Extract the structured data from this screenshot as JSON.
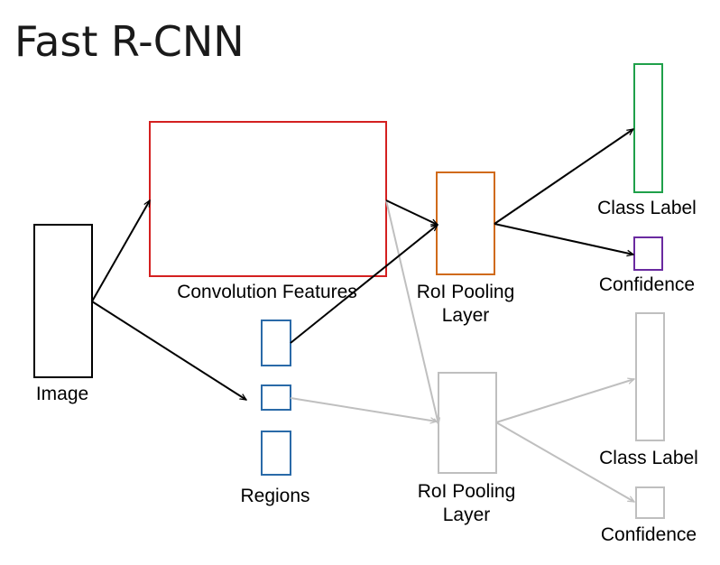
{
  "title": "Fast R-CNN",
  "labels": {
    "image": "Image",
    "conv_features": "Convolution Features",
    "roi_pool_1_line1": "RoI Pooling",
    "roi_pool_1_line2": "Layer",
    "class_label_1": "Class Label",
    "confidence_1": "Confidence",
    "regions": "Regions",
    "roi_pool_2_line1": "RoI Pooling",
    "roi_pool_2_line2": "Layer",
    "class_label_2": "Class Label",
    "confidence_2": "Confidence"
  },
  "colors": {
    "image_box": "#000000",
    "conv_box": "#d42020",
    "roi_box_active": "#d06a1a",
    "class_box_active": "#1fa04a",
    "confidence_box_active": "#6a2aa0",
    "region_box": "#2a6aa8",
    "inactive": "#bfbfbf",
    "arrow_active": "#000000"
  }
}
